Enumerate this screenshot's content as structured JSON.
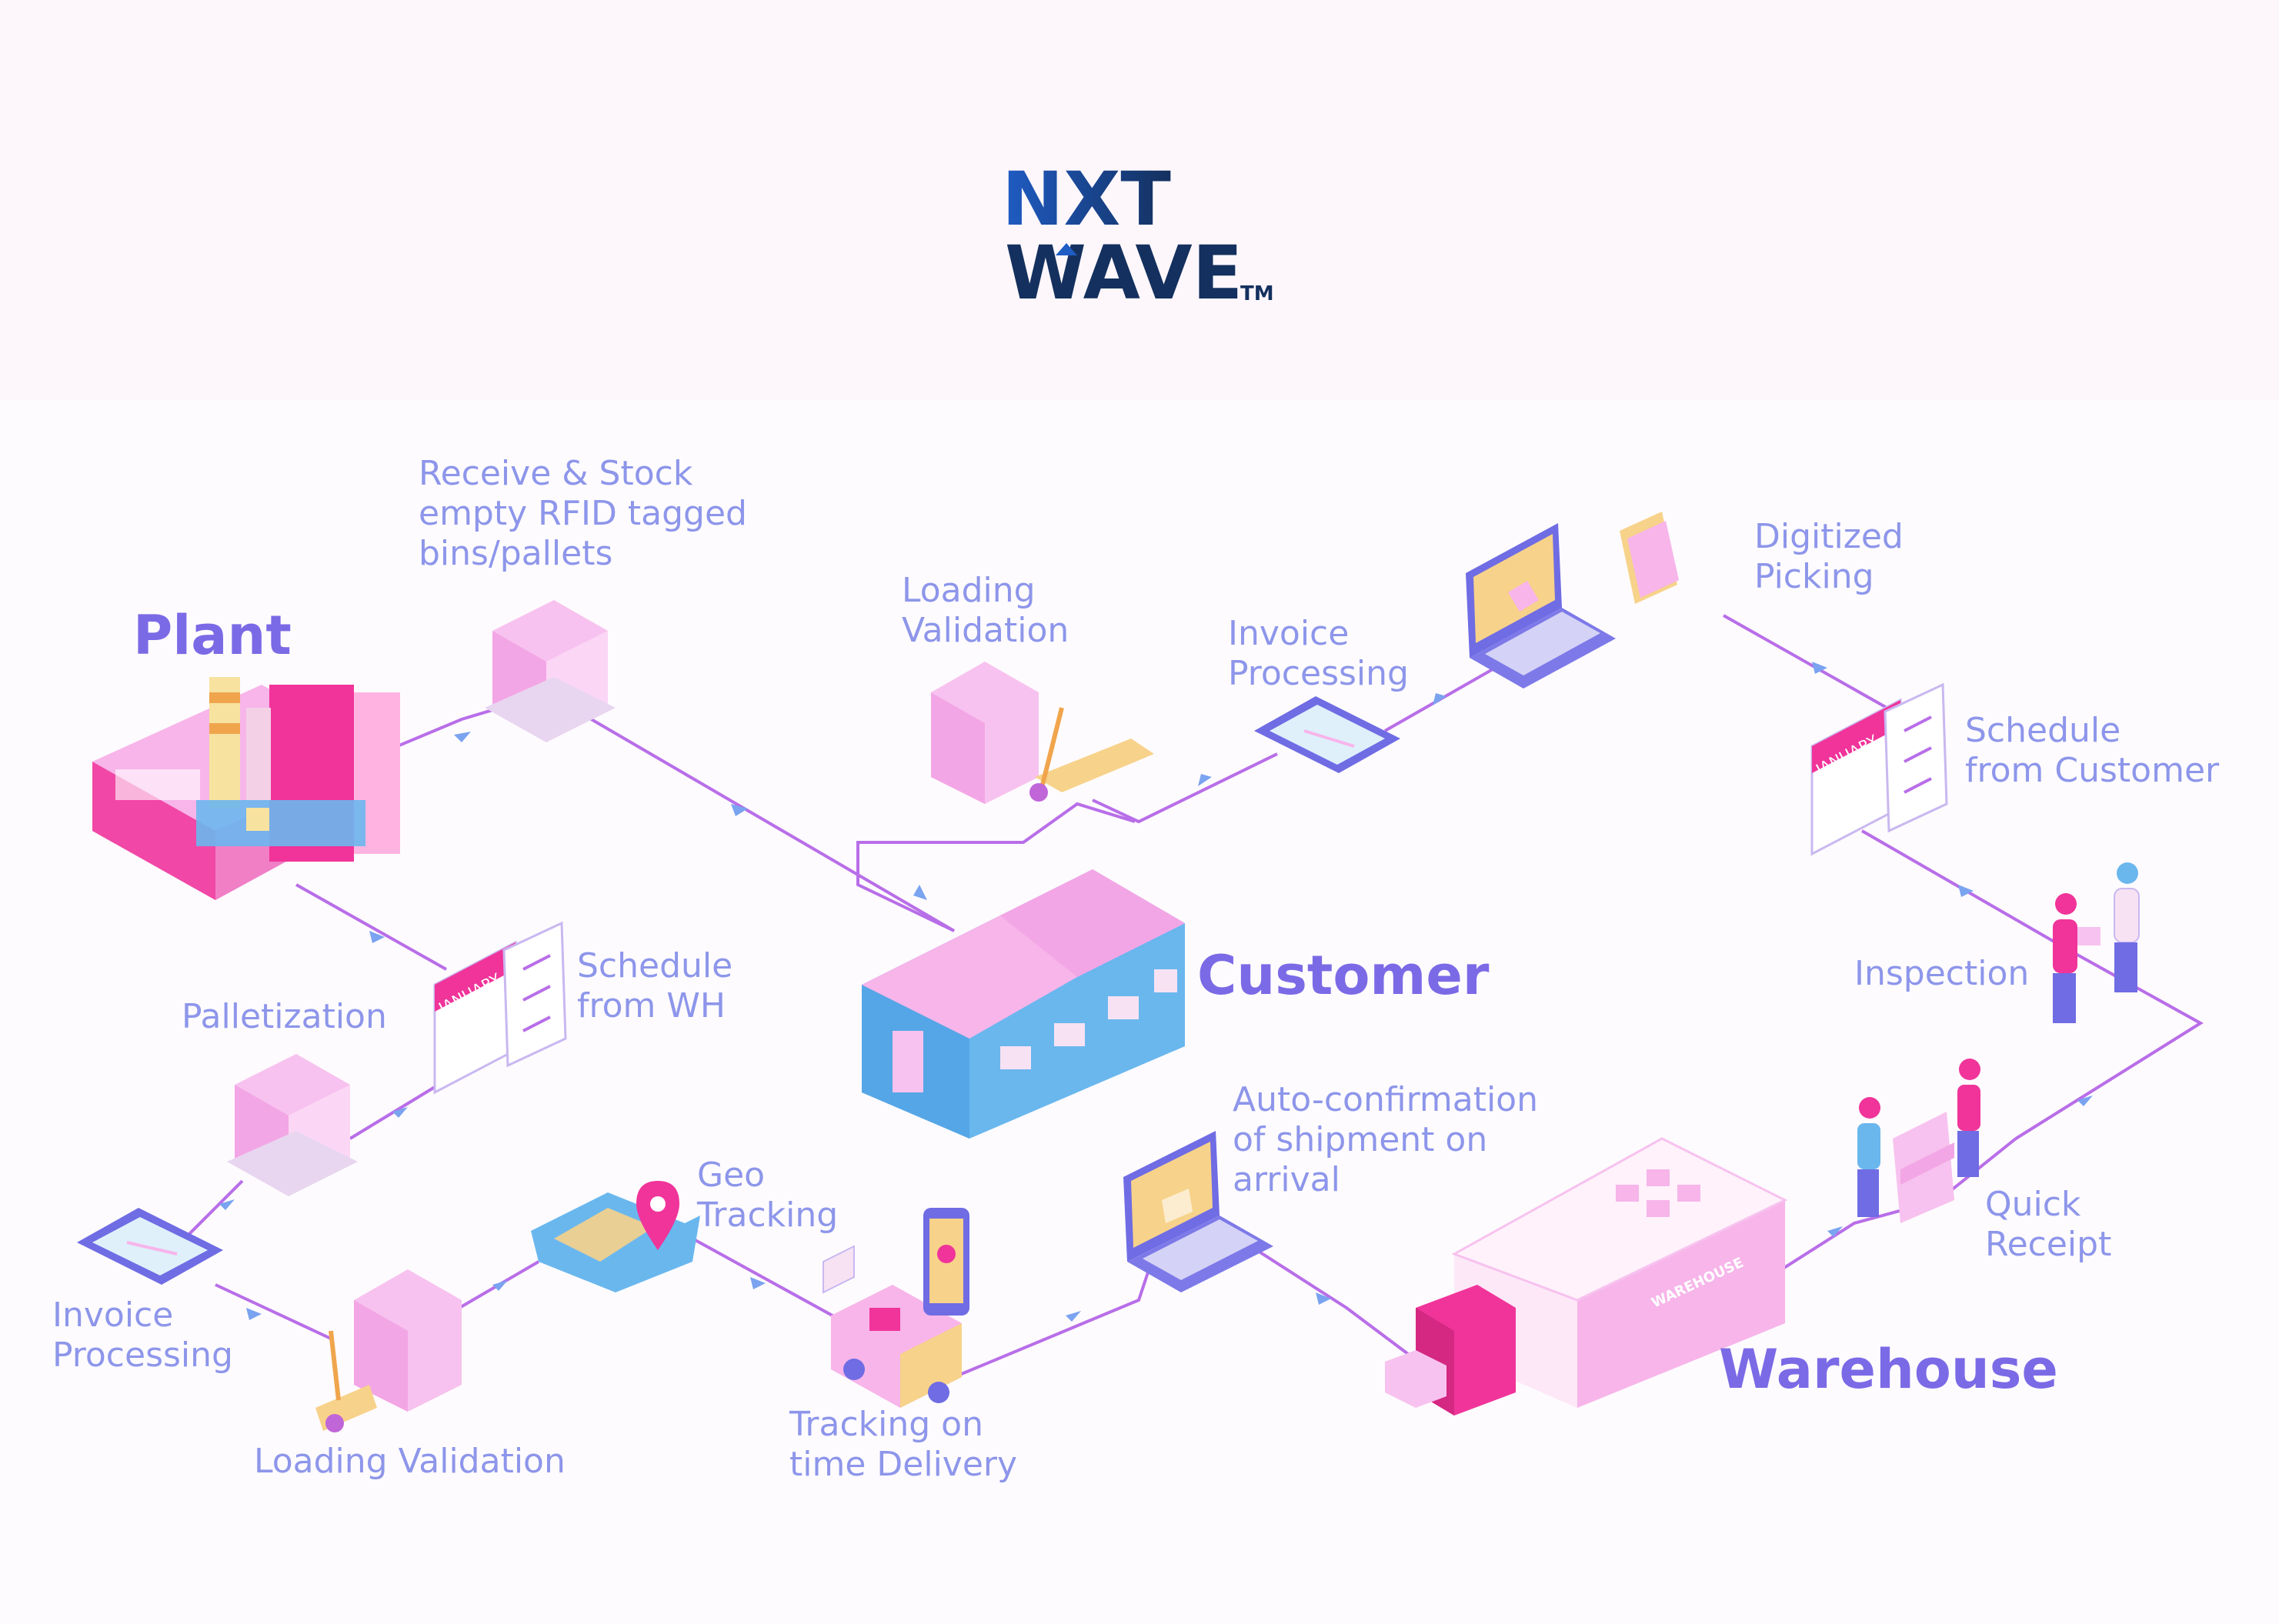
{
  "logo": {
    "line1": "NXT",
    "line2": "WAVE",
    "tm": "TM"
  },
  "nodes": {
    "plant": "Plant",
    "customer": "Customer",
    "warehouse": "Warehouse"
  },
  "steps": {
    "receive_stock": [
      "Receive & Stock",
      "empty RFID tagged",
      "bins/pallets"
    ],
    "loading_validation_top": [
      "Loading",
      "Validation"
    ],
    "invoice_processing_top": [
      "Invoice",
      "Processing"
    ],
    "digitized_picking": [
      "Digitized",
      "Picking"
    ],
    "schedule_from_customer": [
      "Schedule",
      "from Customer"
    ],
    "inspection": [
      "Inspection"
    ],
    "schedule_from_wh": [
      "Schedule",
      "from WH"
    ],
    "palletization": [
      "Palletization"
    ],
    "invoice_processing_bottom": [
      "Invoice",
      "Processing"
    ],
    "loading_validation_bottom": [
      "Loading Validation"
    ],
    "geo_tracking": [
      "Geo",
      "Tracking"
    ],
    "tracking_delivery": [
      "Tracking on",
      "time Delivery"
    ],
    "auto_confirmation": [
      "Auto-confirmation",
      "of shipment on",
      "arrival"
    ],
    "quick_receipt": [
      "Quick",
      "Receipt"
    ]
  },
  "calendar_label": "JANUARY",
  "warehouse_sign": "WAREHOUSE",
  "colors": {
    "line": "#b86ee8",
    "arrow": "#7aa3f0",
    "pink": "#f7b5ea",
    "magenta": "#f0349a",
    "blue": "#6ab7ee",
    "text": "#8d96ea",
    "node_text": "#7b6ae6",
    "logo_dark": "#14305e",
    "logo_blue": "#1f5cc4"
  }
}
